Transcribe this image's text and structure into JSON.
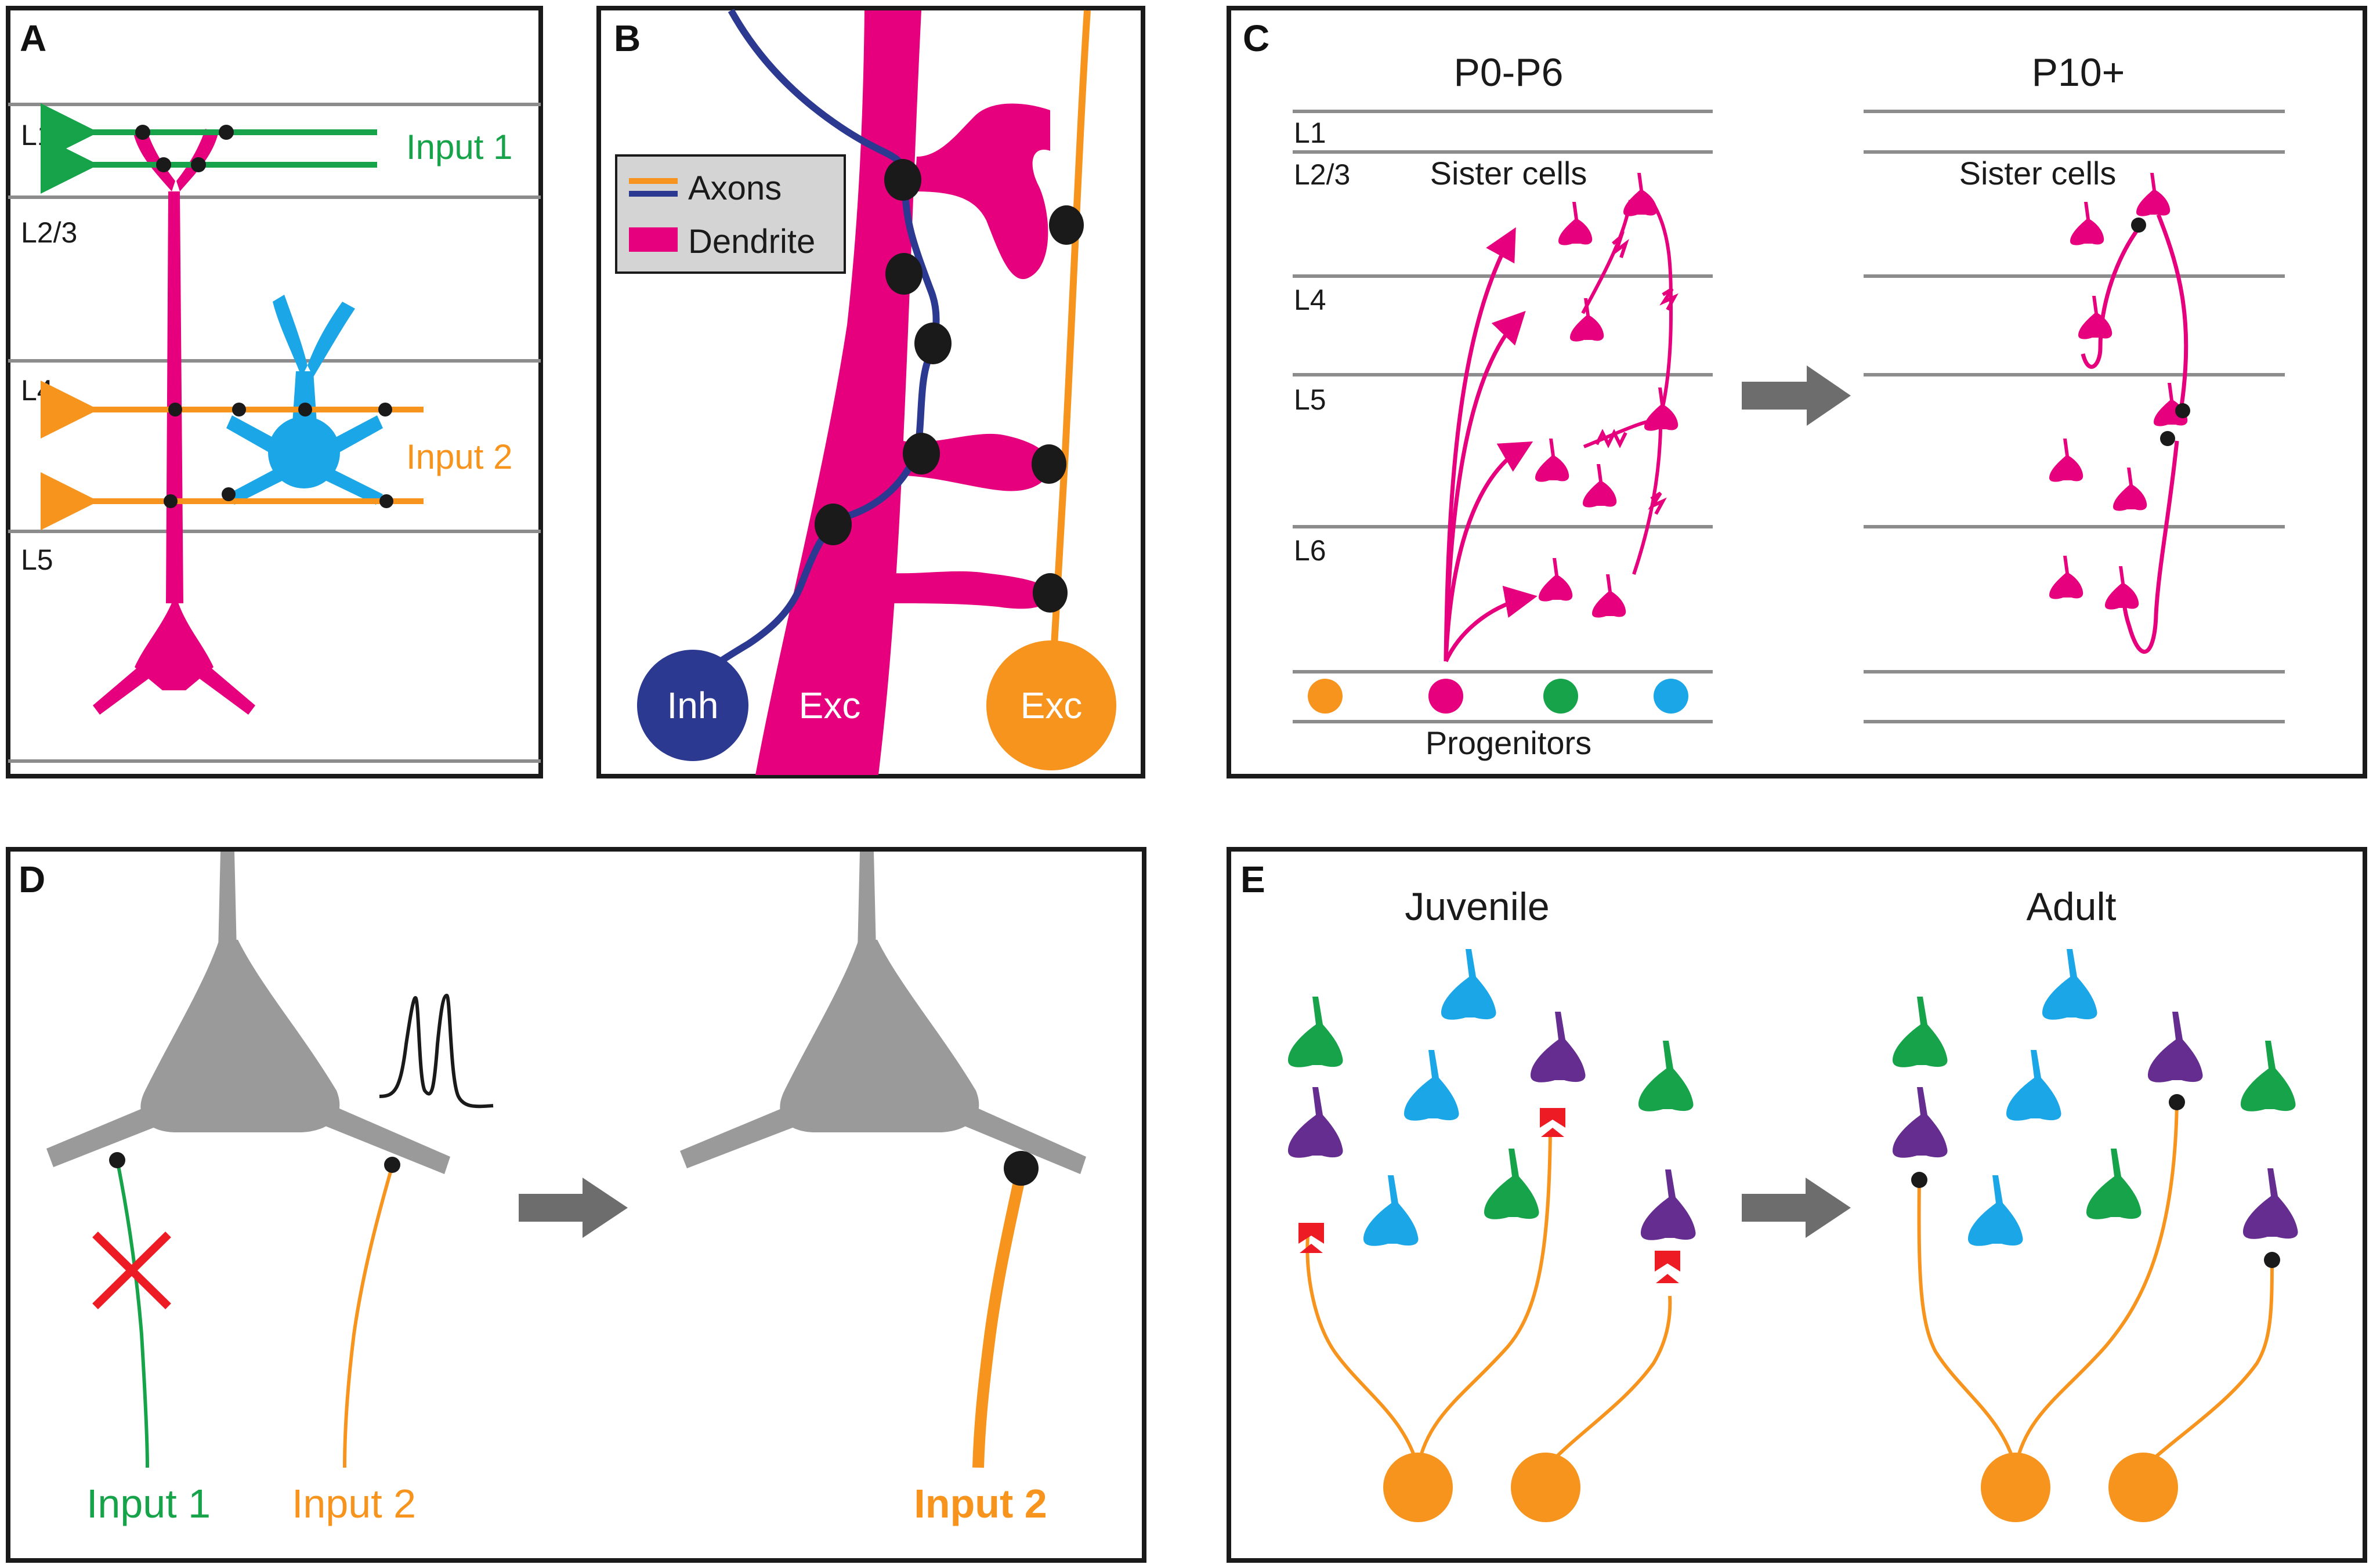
{
  "panels": {
    "a": {
      "letter": "A",
      "layers": [
        "L1",
        "L2/3",
        "L4",
        "L5"
      ],
      "input1": "Input 1",
      "input2": "Input 2"
    },
    "b": {
      "letter": "B",
      "legend_axons": "Axons",
      "legend_dendrite": "Dendrite",
      "inh_label": "Inh",
      "exc_label_dendrite": "Exc",
      "exc_label_axon": "Exc"
    },
    "c": {
      "letter": "C",
      "title_left": "P0-P6",
      "title_right": "P10+",
      "layers": [
        "L1",
        "L2/3",
        "L4",
        "L5",
        "L6"
      ],
      "sister_left": "Sister cells",
      "sister_right": "Sister cells",
      "progenitors": "Progenitors"
    },
    "d": {
      "letter": "D",
      "input1": "Input 1",
      "input2": "Input 2",
      "input2_after": "Input 2"
    },
    "e": {
      "letter": "E",
      "title_left": "Juvenile",
      "title_right": "Adult"
    }
  },
  "colors": {
    "magenta": "#e6007e",
    "cyan": "#1ba6e8",
    "green": "#17a34a",
    "orange": "#f7941d",
    "navy": "#2b3990",
    "purple": "#662d91",
    "gray_neuron": "#9a9a9a",
    "arrow_gray": "#6d6d6d",
    "red": "#ed1c24",
    "layer_line": "#8c8c8c",
    "black": "#1a1a1a"
  }
}
